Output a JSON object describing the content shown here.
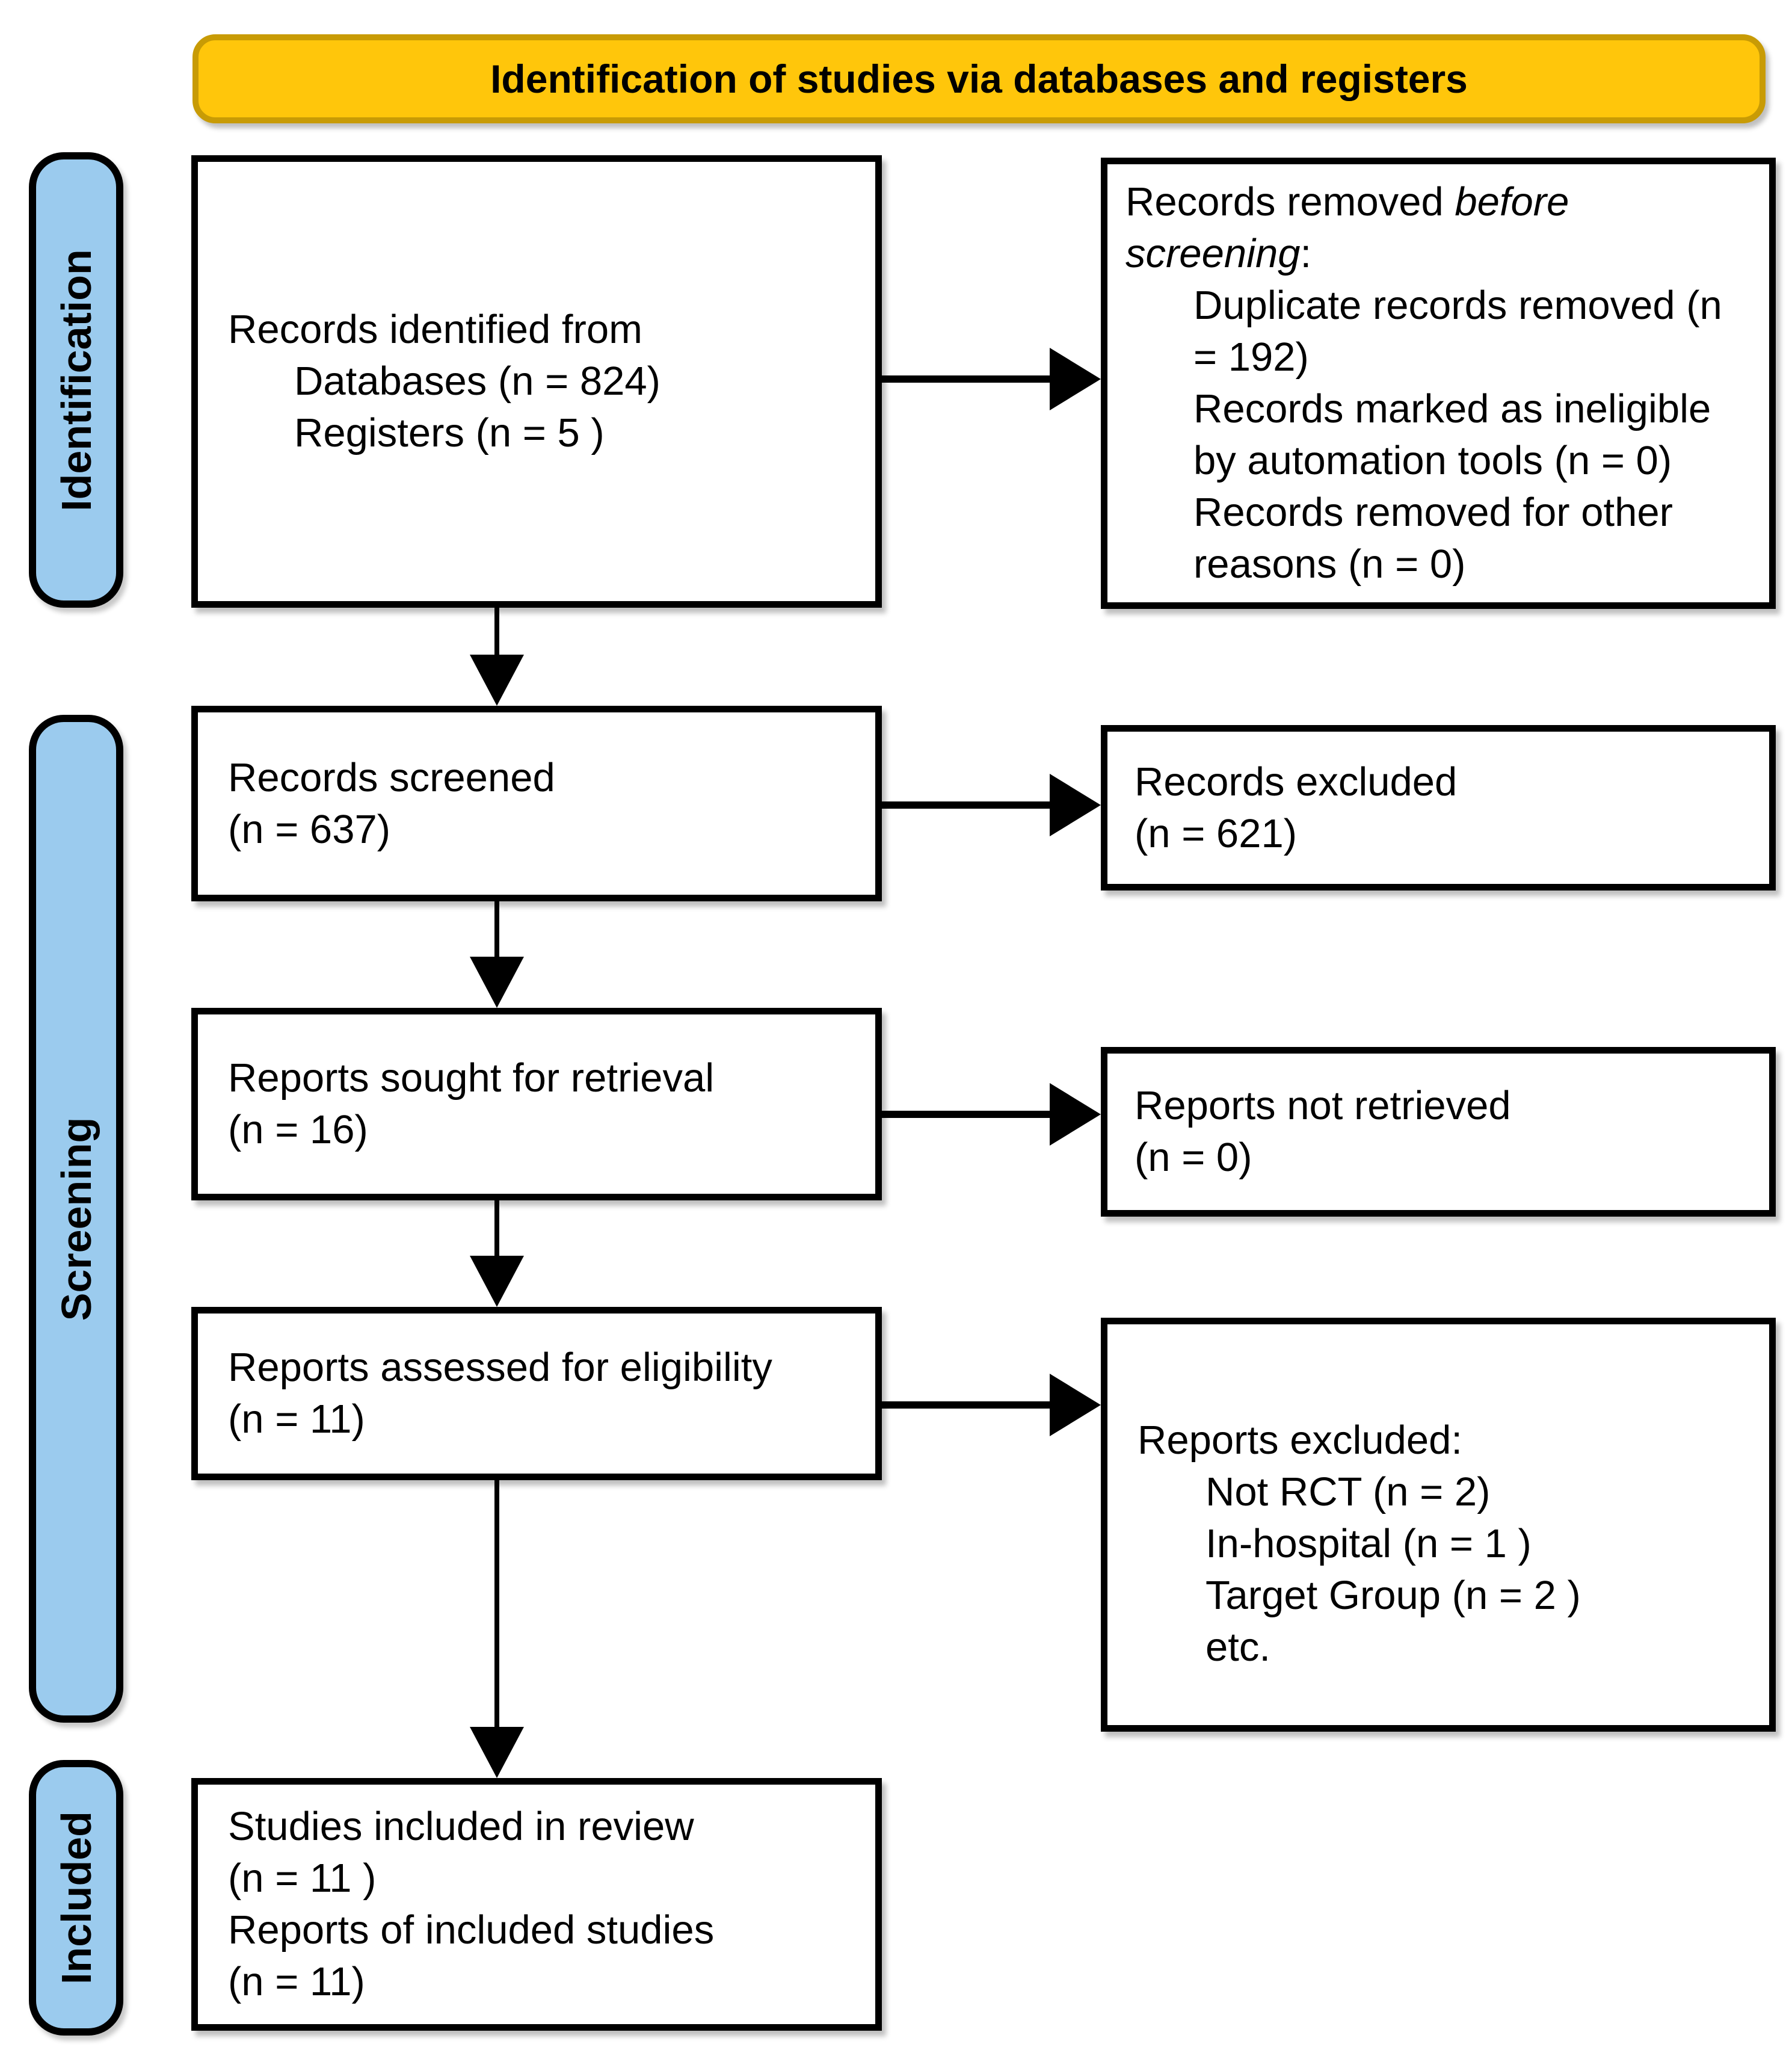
{
  "banner": {
    "label": "Identification of studies via databases and registers"
  },
  "stages": [
    {
      "id": "identification",
      "label": "Identification"
    },
    {
      "id": "screening",
      "label": "Screening"
    },
    {
      "id": "included",
      "label": "Included"
    }
  ],
  "colors": {
    "banner_fill": "#FFC60B",
    "banner_border": "#C89B05",
    "stage_fill": "#9BCBEE",
    "stage_border": "#000000",
    "box_border": "#000000",
    "arrow": "#000000"
  },
  "boxes": {
    "records_identified": {
      "intro": "Records identified from",
      "items": [
        "Databases (n = 824)",
        "Registers (n = 5 )"
      ]
    },
    "records_removed": {
      "intro_prefix": "Records removed ",
      "intro_italic": "before screening",
      "intro_suffix": ":",
      "items": [
        "Duplicate records removed (n = 192)",
        "Records marked as ineligible by automation tools (n = 0)",
        "Records removed for other reasons (n = 0)"
      ]
    },
    "records_screened": {
      "lines": [
        "Records screened",
        "(n = 637)"
      ]
    },
    "records_excluded": {
      "lines": [
        "Records excluded",
        "(n = 621)"
      ]
    },
    "reports_sought": {
      "lines": [
        "Reports sought for retrieval",
        "(n = 16)"
      ]
    },
    "reports_not_retrieved": {
      "lines": [
        "Reports not retrieved",
        "(n = 0)"
      ]
    },
    "reports_assessed": {
      "lines": [
        "Reports assessed for eligibility",
        "(n = 11)"
      ]
    },
    "reports_excluded": {
      "intro": "Reports excluded:",
      "items": [
        "Not RCT (n = 2)",
        "In-hospital (n = 1 )",
        "Target Group (n = 2 )",
        "etc."
      ]
    },
    "studies_included": {
      "lines": [
        "Studies included in review",
        "(n = 11 )",
        "Reports of included studies",
        "(n = 11)"
      ]
    }
  }
}
